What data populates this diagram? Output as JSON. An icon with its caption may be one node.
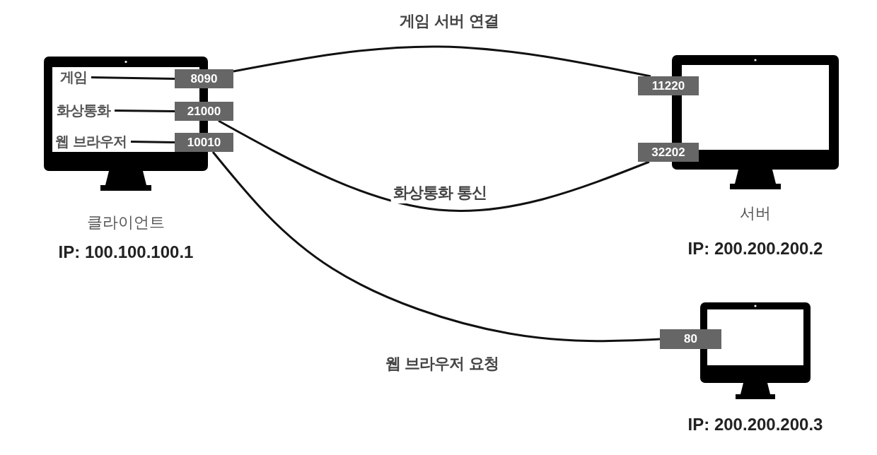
{
  "diagram": {
    "nodes": [
      {
        "text": [],
        "shape": "monitor",
        "beside": [
          "클라이언트",
          "IP: 100.100.100.1"
        ]
      },
      {
        "text": [
          "게임"
        ],
        "in": 0
      },
      {
        "text": [
          "8090"
        ]
      },
      {
        "text": [
          "화상통화"
        ],
        "in": 0
      },
      {
        "text": [
          "21000"
        ]
      },
      {
        "text": [
          "웹 브라우저"
        ],
        "in": 0
      },
      {
        "text": [
          "10010"
        ]
      },
      {
        "text": [],
        "shape": "monitor",
        "beside": [
          "서버",
          "IP: 200.200.200.2"
        ]
      },
      {
        "text": [
          "11220"
        ]
      },
      {
        "text": [
          "32202"
        ]
      },
      {
        "text": [],
        "shape": "monitor",
        "beside": [
          "IP: 200.200.200.3"
        ]
      },
      {
        "text": [
          "80"
        ]
      }
    ],
    "edges": [
      {
        "from": 1,
        "to": 2,
        "arrow": "none"
      },
      {
        "from": 3,
        "to": 4,
        "arrow": "none"
      },
      {
        "from": 5,
        "to": 6,
        "arrow": "none"
      },
      {
        "from": 2,
        "to": 8,
        "arrow": "none",
        "label": "게임 서버 연결"
      },
      {
        "from": 4,
        "to": 9,
        "arrow": "none",
        "label": "화상통화 통신"
      },
      {
        "from": 6,
        "to": 11,
        "arrow": "none",
        "label": "웹 브라우저 요청"
      }
    ]
  }
}
